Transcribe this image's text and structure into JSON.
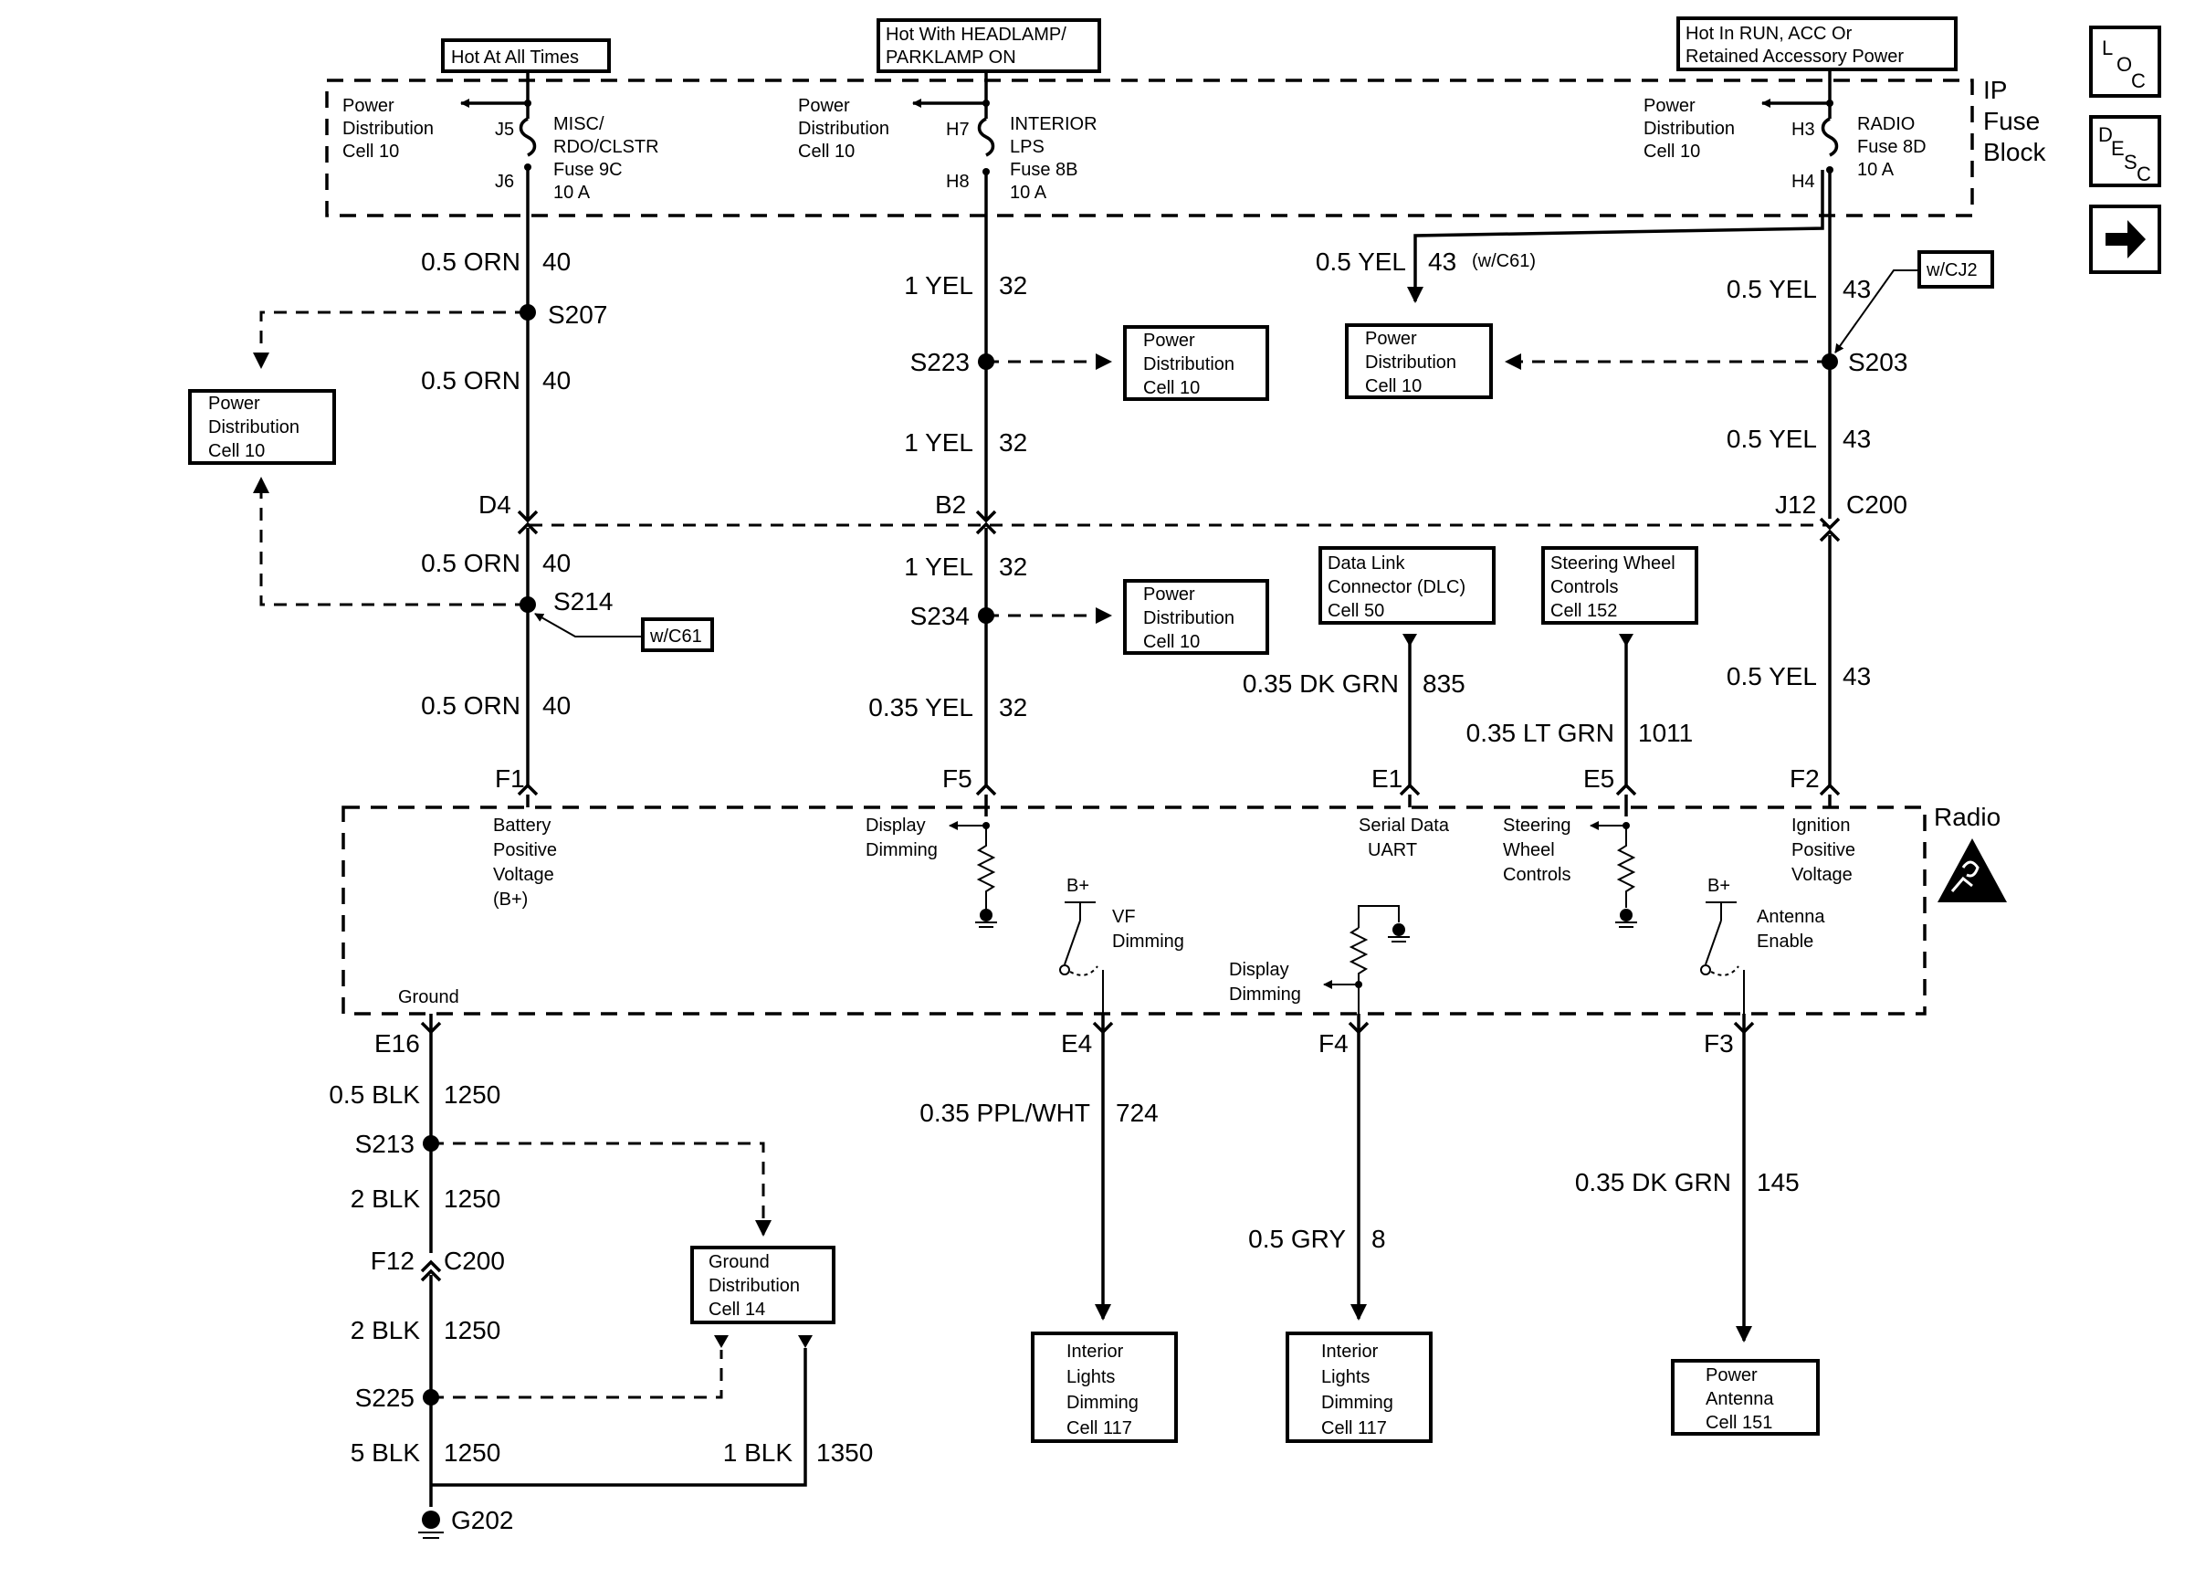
{
  "nav": {
    "loc": [
      "L",
      "O",
      "C"
    ],
    "desc": [
      "D",
      "E",
      "S",
      "C"
    ]
  },
  "fuse_block": {
    "title": [
      "IP",
      "Fuse",
      "Block"
    ],
    "hot_at_all_times": "Hot At All Times",
    "hot_headlamp": [
      "Hot With HEADLAMP/",
      "PARKLAMP ON"
    ],
    "hot_run": [
      "Hot In RUN, ACC Or",
      "Retained Accessory Power"
    ],
    "pd_ref": [
      "Power",
      "Distribution",
      "Cell 10"
    ],
    "fuse1": {
      "in": "J5",
      "out": "J6",
      "name": [
        "MISC/",
        "RDO/CLSTR",
        "Fuse 9C",
        "10 A"
      ]
    },
    "fuse2": {
      "in": "H7",
      "out": "H8",
      "name": [
        "INTERIOR",
        "LPS",
        "Fuse 8B",
        "10 A"
      ]
    },
    "fuse3": {
      "in": "H3",
      "out": "H4",
      "name": [
        "RADIO",
        "Fuse 8D",
        "10 A"
      ]
    }
  },
  "boxes": {
    "pd_cell10": [
      "Power",
      "Distribution",
      "Cell 10"
    ],
    "dlc": [
      "Data Link",
      "Connector (DLC)",
      "Cell 50"
    ],
    "swc": [
      "Steering Wheel",
      "Controls",
      "Cell 152"
    ],
    "ground_dist": [
      "Ground",
      "Distribution",
      "Cell 14"
    ],
    "interior_dim": [
      "Interior",
      "Lights",
      "Dimming",
      "Cell 117"
    ],
    "power_antenna": [
      "Power",
      "Antenna",
      "Cell 151"
    ]
  },
  "wires": {
    "orn40": [
      "0.5 ORN",
      "40"
    ],
    "yel32": [
      "1 YEL",
      "32"
    ],
    "yel32_small": [
      "0.35 YEL",
      "32"
    ],
    "yel43": [
      "0.5 YEL",
      "43"
    ],
    "yel43_c61": [
      "0.5 YEL",
      "43",
      "(w/C61)"
    ],
    "dkgrn835": [
      "0.35 DK GRN",
      "835"
    ],
    "ltgrn1011": [
      "0.35 LT GRN",
      "1011"
    ],
    "blk1250_05": [
      "0.5 BLK",
      "1250"
    ],
    "blk1250_2": [
      "2 BLK",
      "1250"
    ],
    "blk1250_5": [
      "5 BLK",
      "1250"
    ],
    "blk1350": [
      "1 BLK",
      "1350"
    ],
    "pplwht724": [
      "0.35 PPL/WHT",
      "724"
    ],
    "gry8": [
      "0.5 GRY",
      "8"
    ],
    "dkgrn145": [
      "0.35 DK GRN",
      "145"
    ]
  },
  "splices": {
    "s207": "S207",
    "s214": "S214",
    "s223": "S223",
    "s234": "S234",
    "s203": "S203",
    "s213": "S213",
    "s225": "S225",
    "g202": "G202"
  },
  "options": {
    "w_c61": "w/C61",
    "w_cj2": "w/CJ2"
  },
  "connector": {
    "d4": "D4",
    "b2": "B2",
    "j12": "J12",
    "c200": "C200",
    "f12": "F12"
  },
  "radio": {
    "title": "Radio",
    "pins": {
      "f1": "F1",
      "f5": "F5",
      "e1": "E1",
      "e5": "E5",
      "f2": "F2",
      "e16": "E16",
      "e4": "E4",
      "f4": "F4",
      "f3": "F3"
    },
    "battery": [
      "Battery",
      "Positive",
      "Voltage",
      "(B+)"
    ],
    "display_dimming": [
      "Display",
      "Dimming"
    ],
    "serial_data": [
      "Serial Data",
      "UART"
    ],
    "steering": [
      "Steering",
      "Wheel",
      "Controls"
    ],
    "ignition": [
      "Ignition",
      "Positive",
      "Voltage"
    ],
    "vf_dimming": [
      "VF",
      "Dimming"
    ],
    "antenna_enable": [
      "Antenna",
      "Enable"
    ],
    "bplus": "B+",
    "ground": "Ground"
  }
}
